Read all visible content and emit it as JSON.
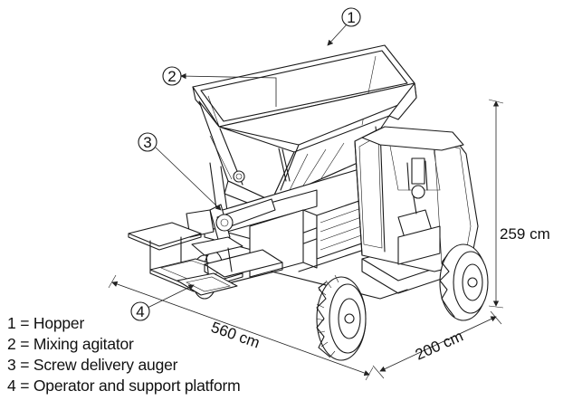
{
  "callouts": [
    {
      "num": "1"
    },
    {
      "num": "2"
    },
    {
      "num": "3"
    },
    {
      "num": "4"
    }
  ],
  "dimensions": {
    "length": "560 cm",
    "width": "200 cm",
    "height": "259 cm"
  },
  "legend": [
    "1 = Hopper",
    "2 = Mixing agitator",
    "3 = Screw delivery auger",
    "4 = Operator and support platform"
  ]
}
